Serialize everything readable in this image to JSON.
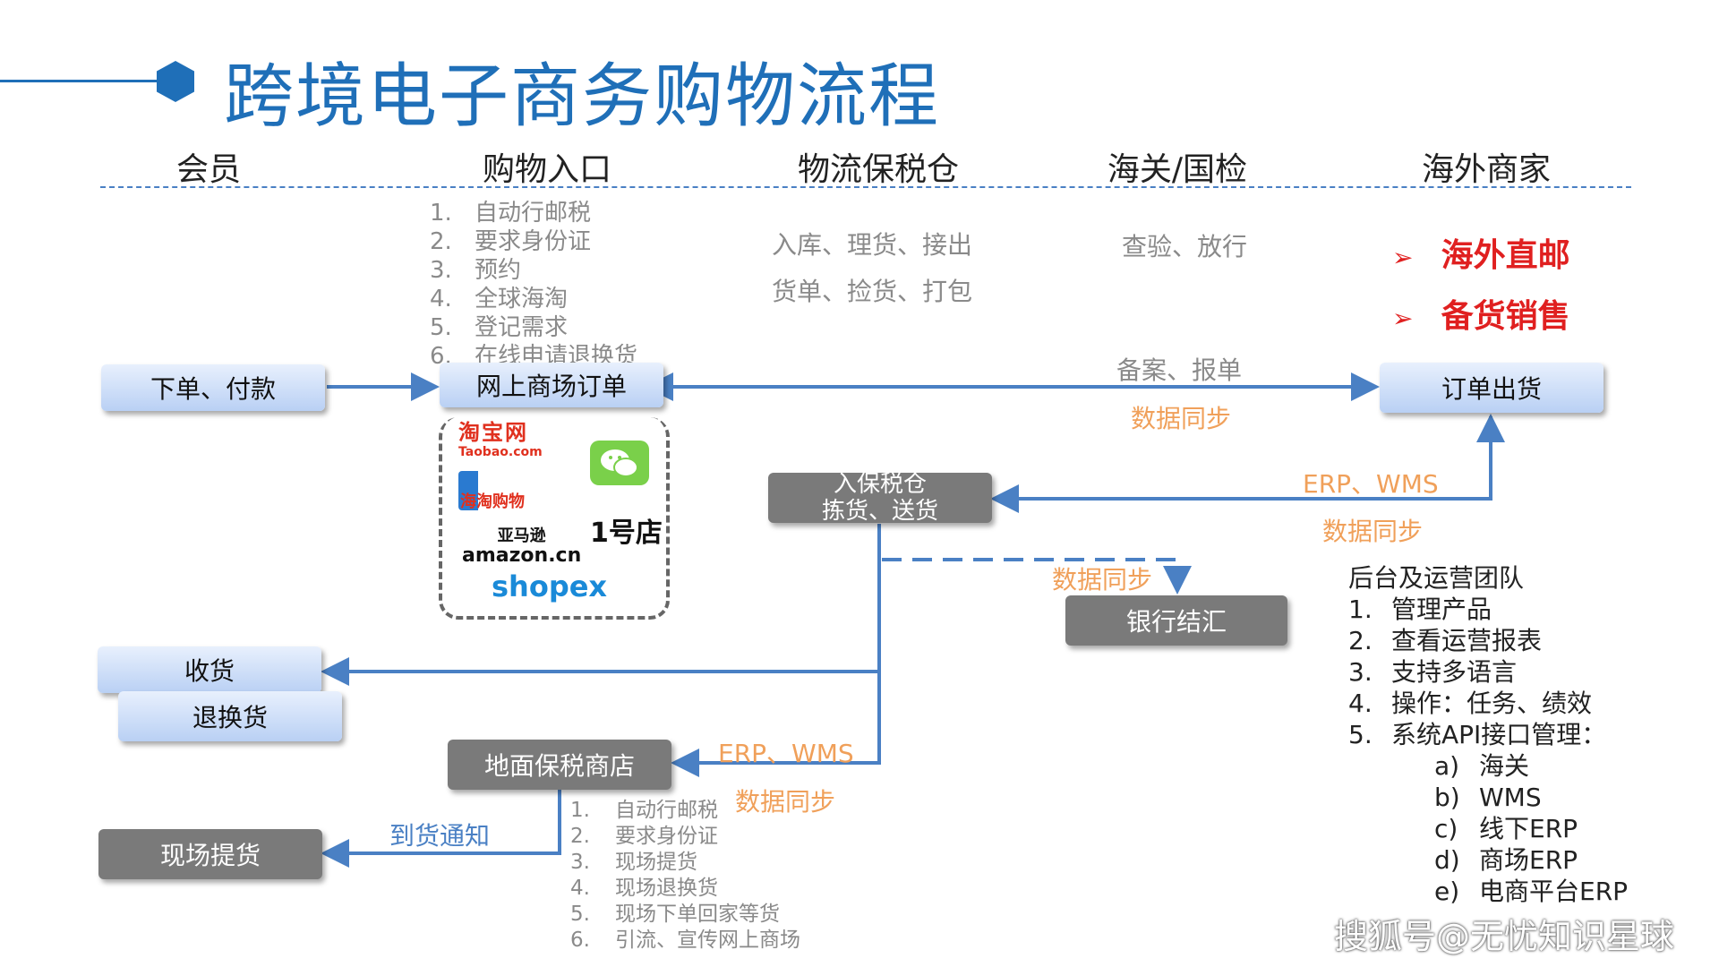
{
  "title": "跨境电子商务购物流程",
  "columns": [
    "会员",
    "购物入口",
    "物流保税仓",
    "海关/国检",
    "海外商家"
  ],
  "entry_features": [
    {
      "num": "1.",
      "text": "自动行邮税"
    },
    {
      "num": "2.",
      "text": "要求身份证"
    },
    {
      "num": "3.",
      "text": "预约"
    },
    {
      "num": "4.",
      "text": "全球海淘"
    },
    {
      "num": "5.",
      "text": "登记需求"
    },
    {
      "num": "6.",
      "text": "在线申请退换货"
    }
  ],
  "warehouse_ops": [
    "入库、理货、接出",
    "货单、捡货、打包"
  ],
  "customs_ops": "查验、放行",
  "merchant_modes": [
    {
      "arrow": "➢",
      "text": "海外直邮"
    },
    {
      "arrow": "➢",
      "text": "备货销售"
    }
  ],
  "boxes": {
    "order_pay": "下单、付款",
    "online_order": "网上商场订单",
    "order_ship": "订单出货",
    "bonded_in_line1": "入保税仓",
    "bonded_in_line2": "拣货、送货",
    "bank": "银行结汇",
    "receive": "收货",
    "return": "退换货",
    "store": "地面保税商店",
    "pickup": "现场提货"
  },
  "edge_labels": {
    "filing": "备案、报单",
    "sync1": "数据同步",
    "erp_wms_1": "ERP、WMS",
    "sync2": "数据同步",
    "sync3": "数据同步",
    "erp_wms_2": "ERP、WMS",
    "sync4": "数据同步",
    "arrival": "到货通知"
  },
  "logos": {
    "taobao_cn": "淘宝网",
    "taobao_en": "Taobao.com",
    "haitao": "海淘购物",
    "amazon_cn": "亚马逊",
    "amazon_en": "amazon.cn",
    "yhd": "1号店",
    "shopex": "shopex"
  },
  "store_features": [
    {
      "num": "1.",
      "text": "自动行邮税"
    },
    {
      "num": "2.",
      "text": "要求身份证"
    },
    {
      "num": "3.",
      "text": "现场提货"
    },
    {
      "num": "4.",
      "text": "现场退换货"
    },
    {
      "num": "5.",
      "text": "现场下单回家等货"
    },
    {
      "num": "6.",
      "text": "引流、宣传网上商场"
    }
  ],
  "team": {
    "title": "后台及运营团队",
    "items": [
      {
        "num": "1.",
        "text": "管理产品"
      },
      {
        "num": "2.",
        "text": "查看运营报表"
      },
      {
        "num": "3.",
        "text": "支持多语言"
      },
      {
        "num": "4.",
        "text": "操作：任务、绩效"
      },
      {
        "num": "5.",
        "text": "系统API接口管理："
      }
    ],
    "api": [
      {
        "num": "a)",
        "text": "海关"
      },
      {
        "num": "b)",
        "text": "WMS"
      },
      {
        "num": "c)",
        "text": "线下ERP"
      },
      {
        "num": "d)",
        "text": "商场ERP"
      },
      {
        "num": "e)",
        "text": "电商平台ERP"
      }
    ]
  },
  "watermark": "搜狐号@无忧知识星球",
  "colors": {
    "title_blue": "#1f6fb8",
    "arrow_blue": "#4a80c4",
    "orange": "#f0a05a",
    "red": "#e02020",
    "dark_box": "#7a7a7a"
  }
}
